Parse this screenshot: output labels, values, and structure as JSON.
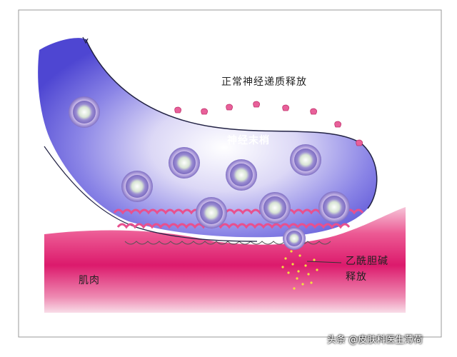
{
  "labels": {
    "release_normal": "正常神经递质释放",
    "nerve_terminal": "神经末梢",
    "ach_line1": "乙酰胆碱",
    "ach_line2": "释放",
    "muscle": "肌肉",
    "watermark": "头条 @皮肤科医生薄荷"
  },
  "colors": {
    "background": "#ffffff",
    "terminal_blue": "#5a52d8",
    "terminal_core": "#ffffff",
    "muscle_pink": "#e01870",
    "receptor_pink": "#ea5a94",
    "vesicle_purple": "#8a7ac8",
    "vesicle_inner": "#c8d8c8",
    "ach_dots": "#f0e040"
  }
}
